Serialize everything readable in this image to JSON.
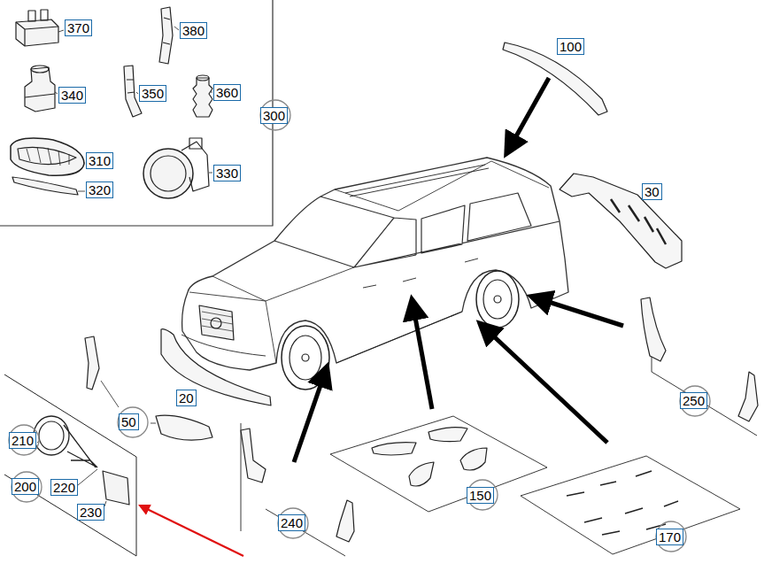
{
  "diagram": {
    "labels": [
      "370",
      "380",
      "340",
      "350",
      "360",
      "300",
      "310",
      "320",
      "330",
      "100",
      "30",
      "20",
      "50",
      "250",
      "210",
      "200",
      "220",
      "150",
      "230",
      "240",
      "170"
    ]
  }
}
